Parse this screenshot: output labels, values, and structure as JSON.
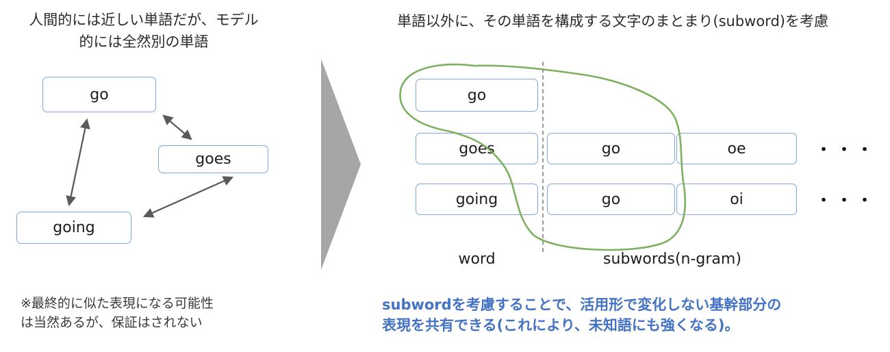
{
  "left": {
    "title_line1": "人間的には近しい単語だが、モデル",
    "title_line2": "的には全然別の単語",
    "boxes": [
      "go",
      "goes",
      "going"
    ],
    "note_line1": "※最終的に似た表現になる可能性",
    "note_line2": "は当然あるが、保証はされない"
  },
  "right": {
    "title": "単語以外に、その単語を構成する文字のまとまり(subword)を考慮",
    "grid": {
      "row1": [
        "go"
      ],
      "row2": [
        "goes",
        "go",
        "oe"
      ],
      "row3": [
        "going",
        "go",
        "oi"
      ],
      "ellipsis": "・・・"
    },
    "labels": {
      "word": "word",
      "subwords": "subwords(n-gram)"
    },
    "caption_line1": "subwordを考慮することで、活用形で変化しない基幹部分の",
    "caption_line2": "表現を共有できる(これにより、未知語にも強くなる)。"
  },
  "colors": {
    "box_border": "#7ea6e0",
    "arrow_gray": "#5a5a5a",
    "big_arrow": "#a6a6a6",
    "green_loop": "#7db05f",
    "caption_blue": "#4472c4"
  }
}
